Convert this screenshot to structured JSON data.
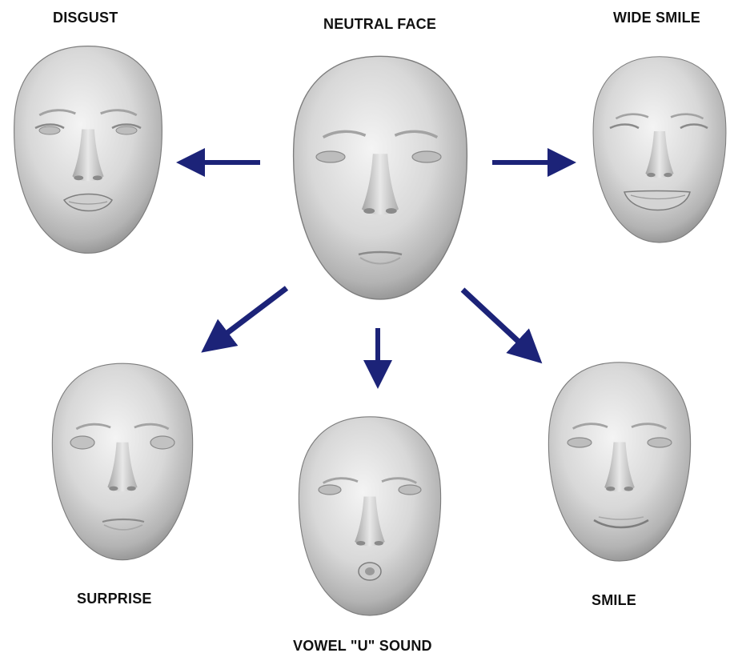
{
  "labels": {
    "neutral": "NEUTRAL FACE",
    "disgust": "DISGUST",
    "wide_smile": "WIDE SMILE",
    "surprise": "SURPRISE",
    "vowel_u": "VOWEL \"U\" SOUND",
    "smile": "SMILE"
  },
  "colors": {
    "arrow": "#1c2378",
    "face_light": "#f2f2f2",
    "face_mid": "#c9c9c9",
    "face_dark": "#8c8c8c",
    "label": "#111111"
  }
}
